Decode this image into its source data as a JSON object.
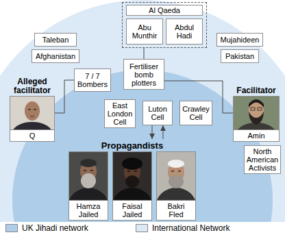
{
  "diagram": {
    "nodes": [
      {
        "text": [
          "Al Qaeda"
        ]
      },
      {
        "text": [
          "Abu Munthir"
        ],
        "in": 0
      },
      {
        "text": [
          "Abdul Hadi"
        ],
        "in": 0
      },
      {
        "text": [
          "Taleban"
        ]
      },
      {
        "text": [
          "Mujahideen"
        ]
      },
      {
        "text": [
          "Afghanistan"
        ]
      },
      {
        "text": [
          "Pakistan"
        ]
      },
      {
        "text": [
          "7 / 7 Bombers"
        ]
      },
      {
        "text": [
          "Fertiliser bomb plotters"
        ]
      },
      {
        "text": [
          "Alleged facilitator",
          "Q"
        ]
      },
      {
        "text": [
          "Facilitator",
          "Amin"
        ]
      },
      {
        "text": [
          "East London Cell"
        ]
      },
      {
        "text": [
          "Luton Cell"
        ]
      },
      {
        "text": [
          "Crawley Cell"
        ]
      },
      {
        "text": [
          "Propagandists"
        ]
      },
      {
        "text": [
          "Hamza Jailed"
        ],
        "in": 14
      },
      {
        "text": [
          "Faisal Jailed"
        ],
        "in": 14
      },
      {
        "text": [
          "Bakri Fled"
        ],
        "in": 14
      },
      {
        "text": [
          "North American Activists"
        ]
      }
    ],
    "edges": [
      {
        "from": 0,
        "to": 8,
        "arrow": "none"
      },
      {
        "from": 7,
        "to": 9,
        "arrow": "none"
      },
      {
        "from": 8,
        "to": 10,
        "arrow": "none"
      },
      {
        "from": 12,
        "to": 14,
        "arrow": "to"
      },
      {
        "from": 14,
        "to": 12,
        "arrow": "to"
      }
    ],
    "legend": [
      {
        "text": "UK Jihadi network",
        "color": "#aecde9"
      },
      {
        "text": "International Network",
        "color": "#dce9f6"
      }
    ]
  }
}
